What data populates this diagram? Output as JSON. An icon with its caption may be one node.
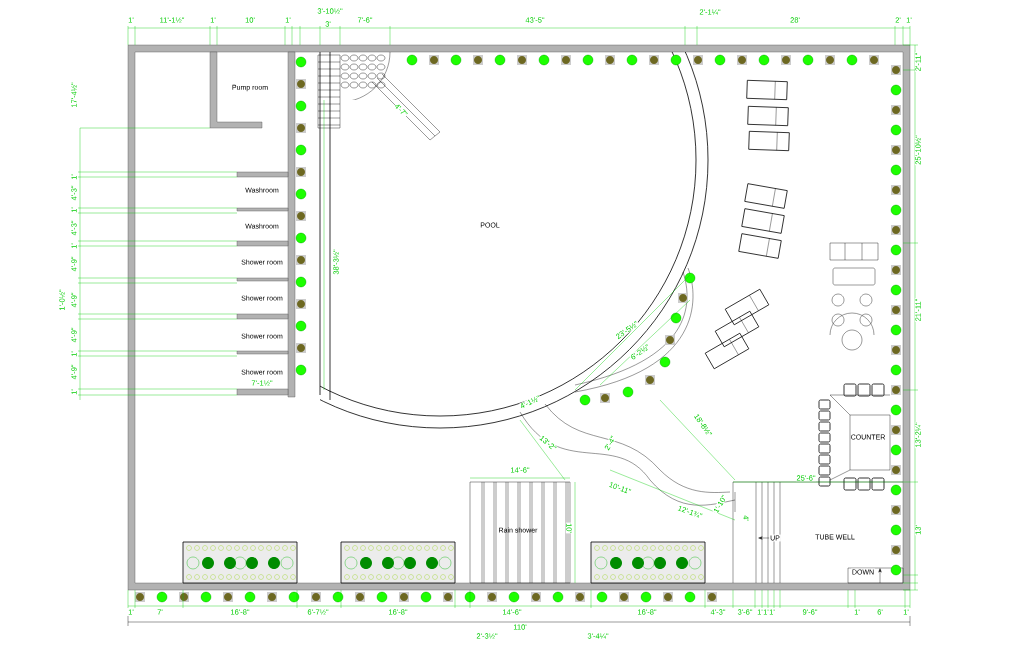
{
  "diagram": {
    "nodes": [
      {
        "text": [
          "Pump room"
        ]
      },
      {
        "text": [
          "Washroom"
        ]
      },
      {
        "text": [
          "Washroom"
        ]
      },
      {
        "text": [
          "Shower room"
        ]
      },
      {
        "text": [
          "Shower room"
        ]
      },
      {
        "text": [
          "Shower room"
        ]
      },
      {
        "text": [
          "Shower room"
        ]
      },
      {
        "text": [
          "POOL"
        ]
      },
      {
        "text": [
          "Rain shower"
        ]
      },
      {
        "text": [
          "COUNTER"
        ]
      },
      {
        "text": [
          "TUBE WELL"
        ]
      }
    ],
    "labels": [
      "1'",
      "11'-1½\"",
      "1'",
      "10'",
      "1'",
      "3'-10½\"",
      "3'",
      "7'-6\"",
      "43'-5\"",
      "2'-1¼\"",
      "28'",
      "2'",
      "1'",
      "17'-4½\"",
      "1'",
      "4'-3\"",
      "1'",
      "4'-3\"",
      "1'",
      "4'-9\"",
      "1'-0½\"",
      "4'-9\"",
      "4'-9\"",
      "1'",
      "4'-9\"",
      "1'",
      "38'-3½\"",
      "7'-1½\"",
      "2'-11\"",
      "25'-10½\"",
      "21'-11\"",
      "13'-2¼\"",
      "13'",
      "23'-5½\"",
      "6'-2½\"",
      "4'-1½\"",
      "13'-2\"",
      "2'-4\"",
      "18'-8½\"",
      "10'-11\"",
      "12'-1¾\"",
      "1'-10\"",
      "4'",
      "25'-6\"",
      "14'-6\"",
      "10'",
      "4'-7\"",
      "UP",
      "DOWN",
      "1'",
      "7'",
      "16'-8\"",
      "6'-7½\"",
      "16'-8\"",
      "14'-6\"",
      "16'-8\"",
      "4'-3\"",
      "3'-6\"",
      "1'",
      "1'",
      "1'",
      "9'-6\"",
      "1'",
      "6'",
      "1'",
      "110'",
      "2'-3½\"",
      "3'-4¼\""
    ]
  }
}
